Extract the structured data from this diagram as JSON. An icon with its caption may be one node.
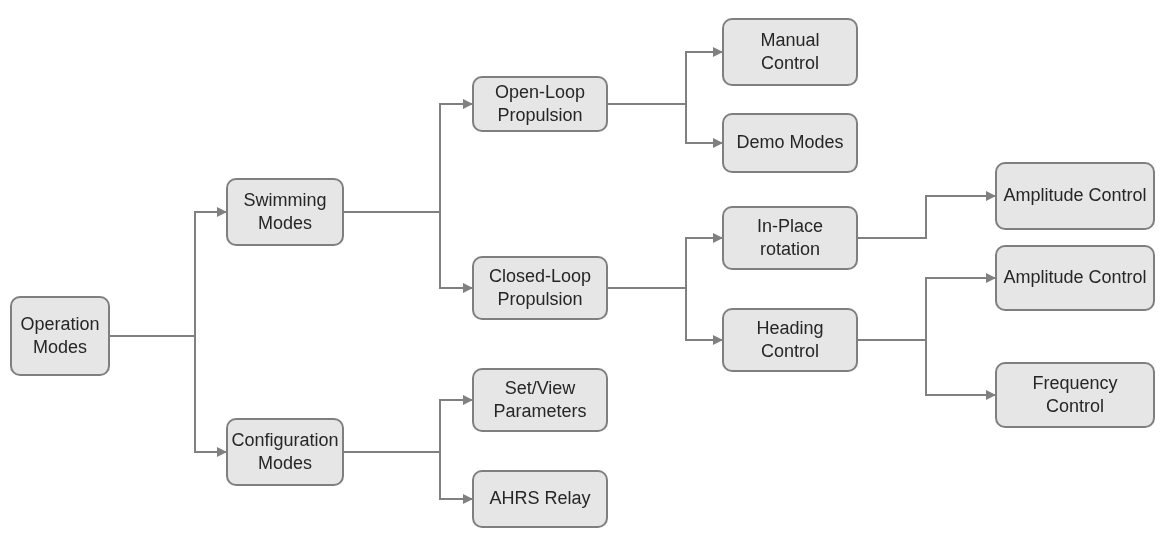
{
  "diagram": {
    "nodes": [
      {
        "text": [
          "Operation Modes"
        ]
      },
      {
        "text": [
          "Swimming Modes"
        ]
      },
      {
        "text": [
          "Open-Loop Propulsion"
        ]
      },
      {
        "text": [
          "Manual Control"
        ]
      },
      {
        "text": [
          "Demo Modes"
        ]
      },
      {
        "text": [
          "Closed-Loop Propulsion"
        ]
      },
      {
        "text": [
          "In-Place rotation"
        ]
      },
      {
        "text": [
          "Amplitude Control"
        ]
      },
      {
        "text": [
          "Heading Control"
        ]
      },
      {
        "text": [
          "Amplitude Control"
        ]
      },
      {
        "text": [
          "Frequency Control"
        ]
      },
      {
        "text": [
          "Configuration Modes"
        ]
      },
      {
        "text": [
          "Set/View Parameters"
        ]
      },
      {
        "text": [
          "AHRS Relay"
        ]
      }
    ],
    "edges": [
      {
        "from": 0,
        "to": 1,
        "arrow": "to"
      },
      {
        "from": 0,
        "to": 11,
        "arrow": "to"
      },
      {
        "from": 1,
        "to": 2,
        "arrow": "to"
      },
      {
        "from": 1,
        "to": 5,
        "arrow": "to"
      },
      {
        "from": 2,
        "to": 3,
        "arrow": "to"
      },
      {
        "from": 2,
        "to": 4,
        "arrow": "to"
      },
      {
        "from": 5,
        "to": 6,
        "arrow": "to"
      },
      {
        "from": 5,
        "to": 8,
        "arrow": "to"
      },
      {
        "from": 6,
        "to": 7,
        "arrow": "to"
      },
      {
        "from": 8,
        "to": 9,
        "arrow": "to"
      },
      {
        "from": 8,
        "to": 10,
        "arrow": "to"
      },
      {
        "from": 11,
        "to": 12,
        "arrow": "to"
      },
      {
        "from": 11,
        "to": 13,
        "arrow": "to"
      }
    ]
  }
}
